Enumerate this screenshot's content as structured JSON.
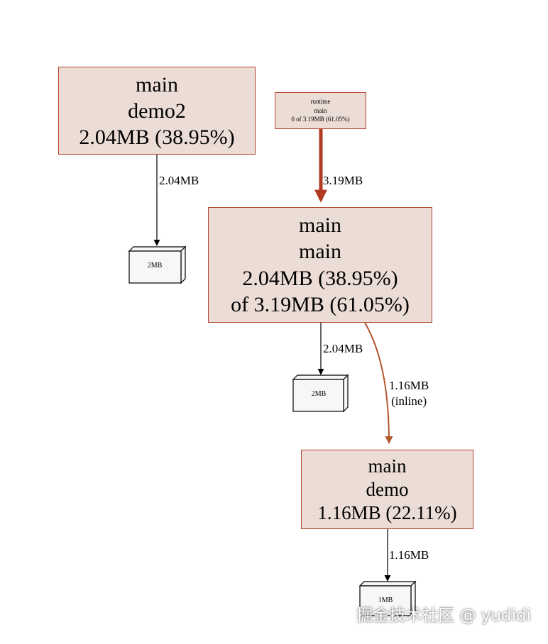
{
  "nodes": {
    "demo2": {
      "lines": [
        "main",
        "demo2",
        "2.04MB (38.95%)"
      ]
    },
    "runtime_main": {
      "lines": [
        "runtime",
        "main",
        "0 of 3.19MB (61.05%)"
      ]
    },
    "main_main": {
      "lines": [
        "main",
        "main",
        "2.04MB (38.95%)",
        "of 3.19MB (61.05%)"
      ]
    },
    "demo": {
      "lines": [
        "main",
        "demo",
        "1.16MB (22.11%)"
      ]
    }
  },
  "edges": {
    "demo2_to_box": "2.04MB",
    "runtime_to_main": "3.19MB",
    "main_to_box": "2.04MB",
    "main_to_demo": [
      "1.16MB",
      "(inline)"
    ],
    "demo_to_box": "1.16MB"
  },
  "alloc_boxes": {
    "demo2": "2MB",
    "main": "2MB",
    "demo": "1MB"
  },
  "colors": {
    "node_fill": "#ebdcd6",
    "node_border": "#b5432e",
    "hot_edge": "#b23a22",
    "warm_edge": "#b2562b"
  },
  "watermark": "掘金技术社区 @ yudidi"
}
